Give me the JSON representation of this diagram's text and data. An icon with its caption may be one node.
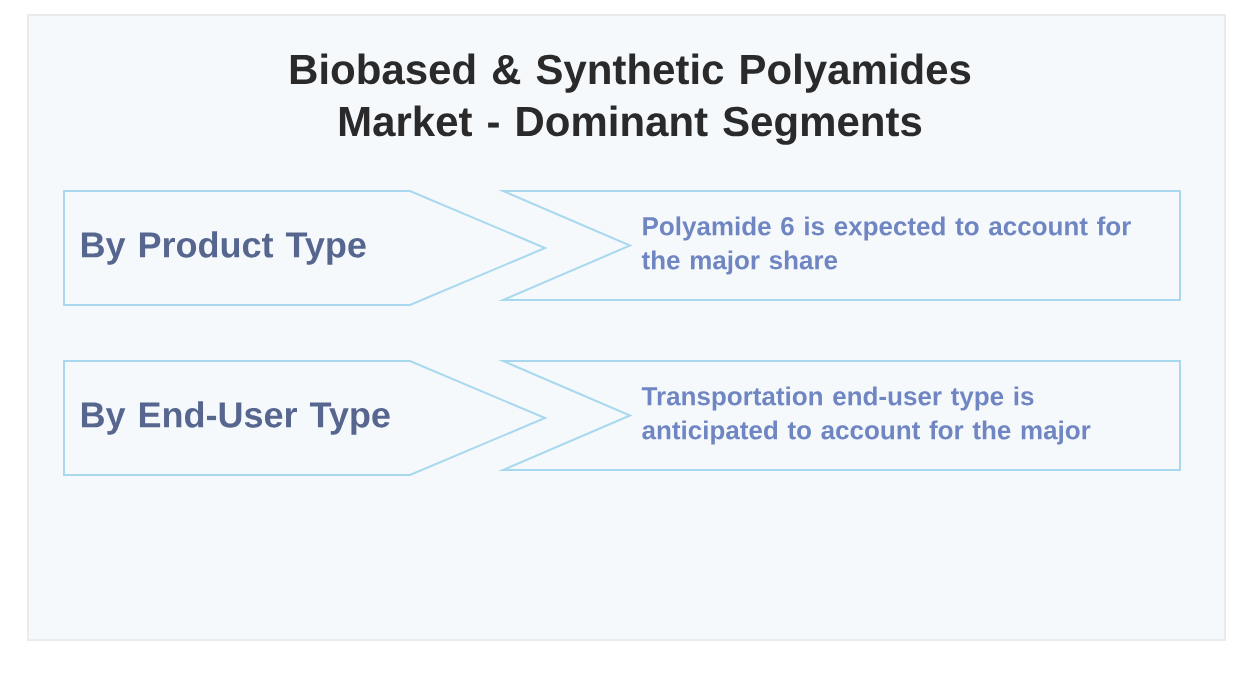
{
  "diagram": {
    "title": "Biobased & Synthetic Polyamides Market - Dominant Segments",
    "nodes": [
      {
        "text": [
          "By Product Type"
        ]
      },
      {
        "text": [
          "Polyamide 6 is expected to account for the major share"
        ]
      },
      {
        "text": [
          "By End-User Type"
        ]
      },
      {
        "text": [
          "Transportation end-user type is anticipated to account for the major"
        ]
      }
    ]
  }
}
